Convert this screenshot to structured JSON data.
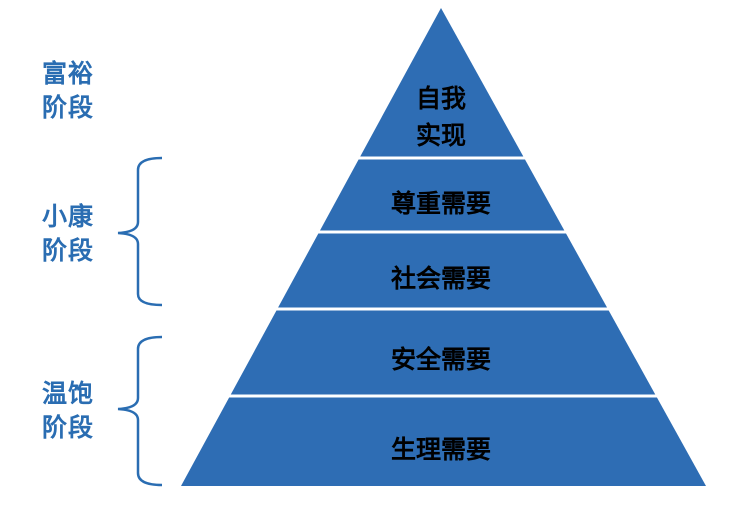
{
  "colors": {
    "tier_fill": "#2e6db4",
    "divider": "#ffffff",
    "stage_label": "#2a6db2",
    "brace": "#2a6db2",
    "tier_text": "#000000"
  },
  "pyramid": {
    "tiers": [
      {
        "lines": [
          "自我",
          "实现"
        ]
      },
      {
        "lines": [
          "尊重需要"
        ]
      },
      {
        "lines": [
          "社会需要"
        ]
      },
      {
        "lines": [
          "安全需要"
        ]
      },
      {
        "lines": [
          "生理需要"
        ]
      }
    ]
  },
  "stages": [
    {
      "line1": "富裕",
      "line2": "阶段"
    },
    {
      "line1": "小康",
      "line2": "阶段"
    },
    {
      "line1": "温饱",
      "line2": "阶段"
    }
  ]
}
